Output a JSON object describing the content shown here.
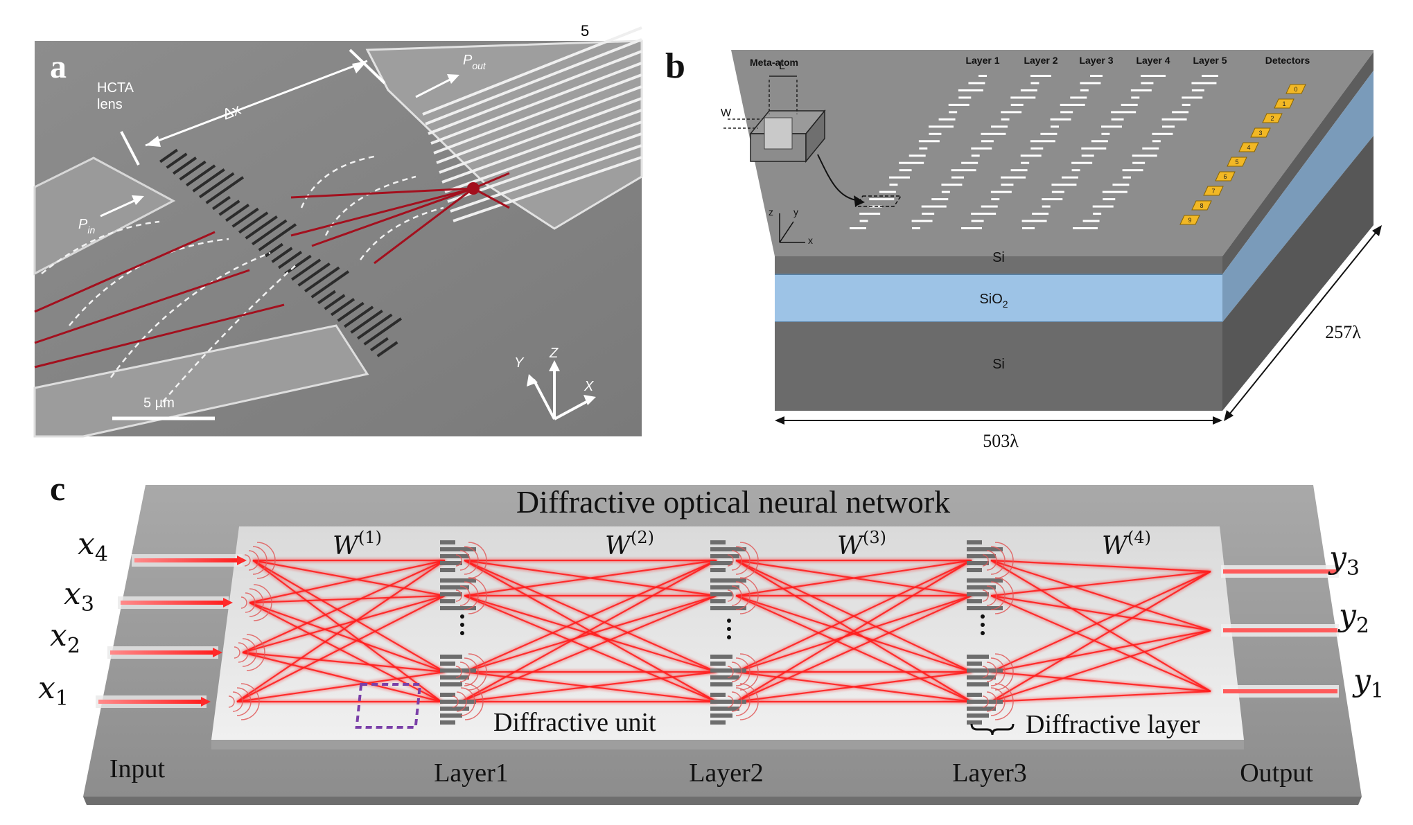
{
  "panel_a": {
    "letter": "a",
    "top_number": "5",
    "lens_label_1": "HCTA",
    "lens_label_2": "lens",
    "delta_x": "Δx",
    "p_in": "P",
    "p_in_sub": "in",
    "p_out": "P",
    "p_out_sub": "out",
    "scale_bar": "5 µm",
    "axis_x": "X",
    "axis_y": "Y",
    "axis_z": "Z",
    "colors": {
      "sem_bg": "#8a8a8a",
      "ray": "#a3101e"
    }
  },
  "panel_b": {
    "letter": "b",
    "meta_atom": "Meta-atom",
    "dim_l": "L",
    "dim_w": "W",
    "layers": [
      "Layer 1",
      "Layer 2",
      "Layer 3",
      "Layer 4",
      "Layer 5"
    ],
    "detectors_label": "Detectors",
    "detector_ids": [
      "0",
      "1",
      "2",
      "3",
      "4",
      "5",
      "6",
      "7",
      "8",
      "9"
    ],
    "si_top": "Si",
    "sio2": "SiO",
    "sio2_sub": "2",
    "si_bottom": "Si",
    "axis_x": "x",
    "axis_y": "y",
    "axis_z": "z",
    "width_label": "503λ",
    "depth_label": "257λ",
    "colors": {
      "si": "#6b6b6b",
      "sio2": "#9dc3e6",
      "detector": "#f2b825"
    }
  },
  "panel_c": {
    "letter": "c",
    "title": "Diffractive optical neural network",
    "inputs": [
      "x",
      "x",
      "x",
      "x"
    ],
    "input_subs": [
      "4",
      "3",
      "2",
      "1"
    ],
    "outputs": [
      "y",
      "y",
      "y"
    ],
    "output_subs": [
      "3",
      "2",
      "1"
    ],
    "weights": [
      "W",
      "W",
      "W",
      "W"
    ],
    "weight_sups": [
      "(1)",
      "(2)",
      "(3)",
      "(4)"
    ],
    "unit_label": "Diffractive unit",
    "layer_label": "Diffractive layer",
    "bottom_labels": [
      "Input",
      "Layer1",
      "Layer2",
      "Layer3",
      "Output"
    ],
    "colors": {
      "beam": "#ff1f1f",
      "slab": "#d6d6d6",
      "unit_box": "#7a3fa8"
    }
  }
}
